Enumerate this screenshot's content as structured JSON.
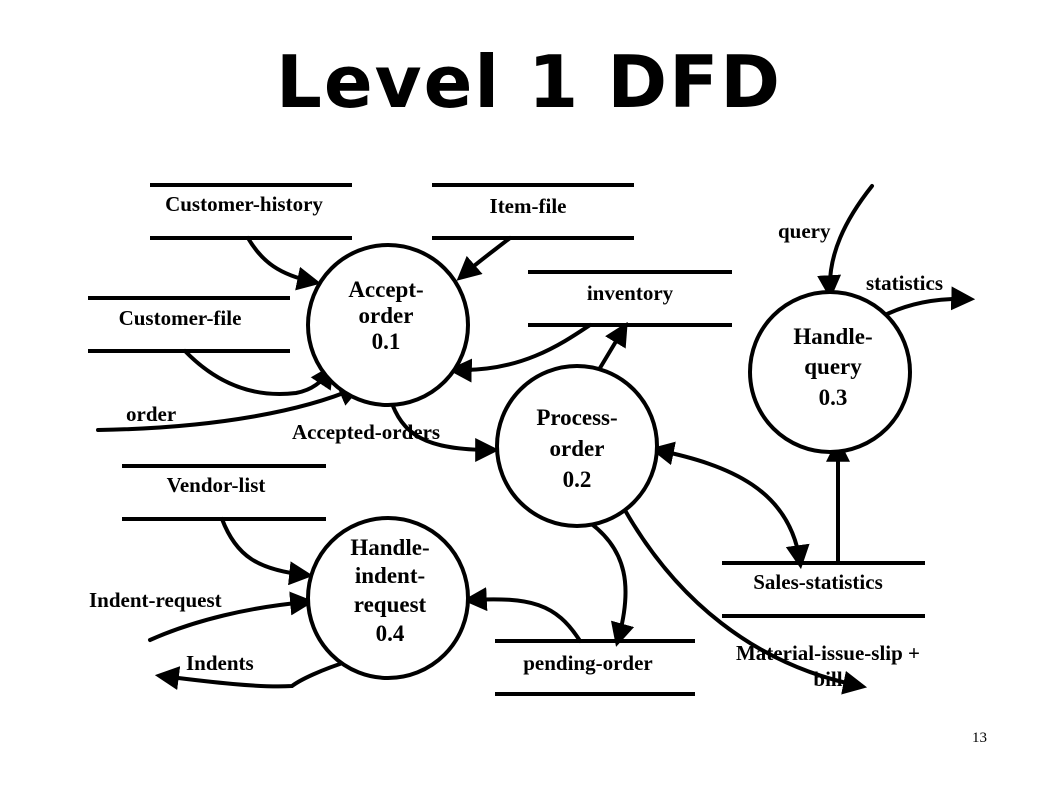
{
  "title": "Level 1 DFD",
  "page_number": "13",
  "processes": [
    {
      "id": "accept_order",
      "lines": [
        "Accept-",
        "order",
        "0.1"
      ]
    },
    {
      "id": "process_order",
      "lines": [
        "Process-",
        "order",
        "0.2"
      ]
    },
    {
      "id": "handle_query",
      "lines": [
        "Handle-",
        "query",
        "0.3"
      ]
    },
    {
      "id": "handle_indent_request",
      "lines": [
        "Handle-",
        "indent-",
        "request",
        "0.4"
      ]
    }
  ],
  "data_stores": {
    "customer_history": "Customer-history",
    "item_file": "Item-file",
    "inventory": "inventory",
    "customer_file": "Customer-file",
    "vendor_list": "Vendor-list",
    "sales_statistics": "Sales-statistics",
    "pending_order": "pending-order"
  },
  "flows": {
    "query": "query",
    "statistics": "statistics",
    "order": "order",
    "accepted_orders": "Accepted-orders",
    "indent_request": "Indent-request",
    "indents": "Indents",
    "material_issue_slip_line1": "Material-issue-slip +",
    "material_issue_slip_line2": "bill"
  },
  "colors": {
    "ink": "#000000",
    "background": "#ffffff"
  }
}
